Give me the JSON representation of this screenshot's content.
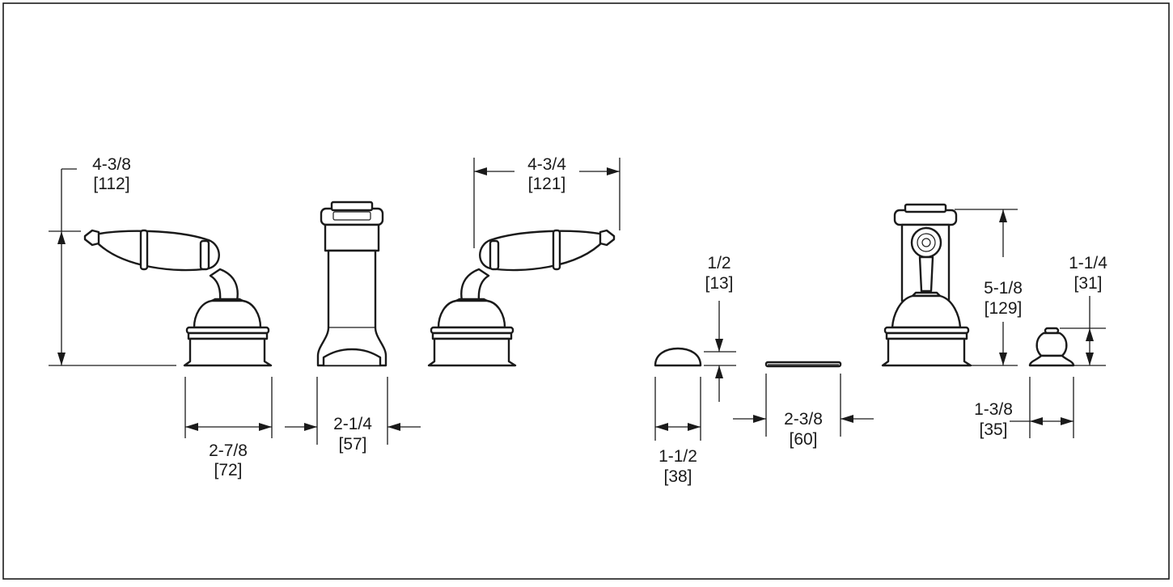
{
  "drawing": {
    "frame_color": "#1a1a1a",
    "line_color": "#1a1a1a",
    "background": "#ffffff"
  },
  "dimensions": {
    "left_handle_height": {
      "inch": "4-3/8",
      "mm": "[112]"
    },
    "left_handle_base": {
      "inch": "2-7/8",
      "mm": "[72]"
    },
    "spout_base": {
      "inch": "2-1/4",
      "mm": "[57]"
    },
    "right_handle_reach": {
      "inch": "4-3/4",
      "mm": "[121]"
    },
    "cap_height": {
      "inch": "1/2",
      "mm": "[13]"
    },
    "cap_width": {
      "inch": "1-1/2",
      "mm": "[38]"
    },
    "plate_width": {
      "inch": "2-3/8",
      "mm": "[60]"
    },
    "diverter_height": {
      "inch": "5-1/8",
      "mm": "[129]"
    },
    "knob_height": {
      "inch": "1-1/4",
      "mm": "[31]"
    },
    "knob_base": {
      "inch": "1-3/8",
      "mm": "[35]"
    }
  }
}
